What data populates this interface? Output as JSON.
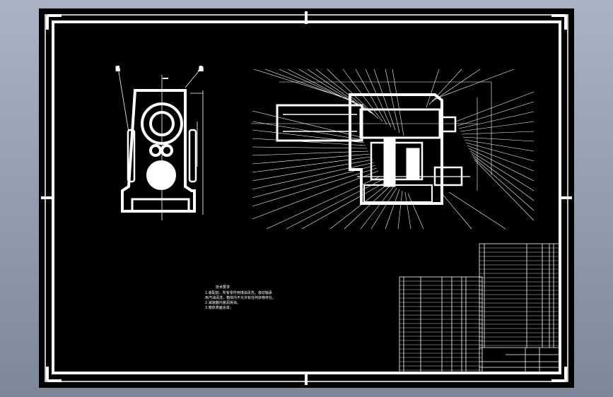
{
  "notes": {
    "heading": "技术要求",
    "lines": [
      "1.装配前，所有零件用煤油清洗，滚动轴承",
      "用汽油清洗，箱体内不允许有任何杂物存在。",
      "2.减速器内装润滑油。",
      "3.箱体表面涂漆。"
    ]
  },
  "colors": {
    "background": "#9aa4b6",
    "sheet": "#000000",
    "lines": "#ffffff"
  }
}
